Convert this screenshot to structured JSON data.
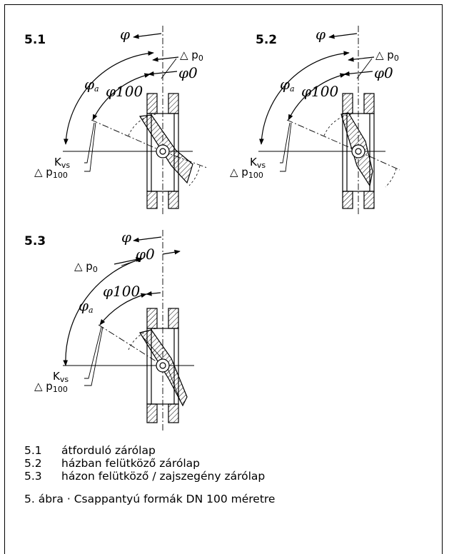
{
  "sections": [
    {
      "id": "5.1",
      "label": "5.1",
      "labels": {
        "phi": "φ",
        "dp0": "△ p",
        "dp0_sub": "0",
        "phi0": "φ0",
        "phia": "φ",
        "phia_sub": "a",
        "phi100": "φ100",
        "kvs": "K",
        "kvs_sub": "vs",
        "dp100": "△ p",
        "dp100_sub": "100"
      }
    },
    {
      "id": "5.2",
      "label": "5.2",
      "labels": {
        "phi": "φ",
        "dp0": "△ p",
        "dp0_sub": "0",
        "phi0": "φ0",
        "phia": "φ",
        "phia_sub": "a",
        "phi100": "φ100",
        "kvs": "K",
        "kvs_sub": "vs",
        "dp100": "△ p",
        "dp100_sub": "100"
      }
    },
    {
      "id": "5.3",
      "label": "5.3",
      "labels": {
        "phi": "φ",
        "dp0": "△ p",
        "dp0_sub": "0",
        "phi0": "φ0",
        "phia": "φ",
        "phia_sub": "a",
        "phi100": "φ100",
        "kvs": "K",
        "kvs_sub": "vs",
        "dp100": "△ p",
        "dp100_sub": "100"
      }
    }
  ],
  "legend": [
    {
      "num": "5.1",
      "text": "átforduló zárólap"
    },
    {
      "num": "5.2",
      "text": "házban felütköző zárólap"
    },
    {
      "num": "5.3",
      "text": "házon felütköző / zajszegény zárólap"
    }
  ],
  "caption": "5. ábra · Csappantyú formák DN 100 méretre"
}
